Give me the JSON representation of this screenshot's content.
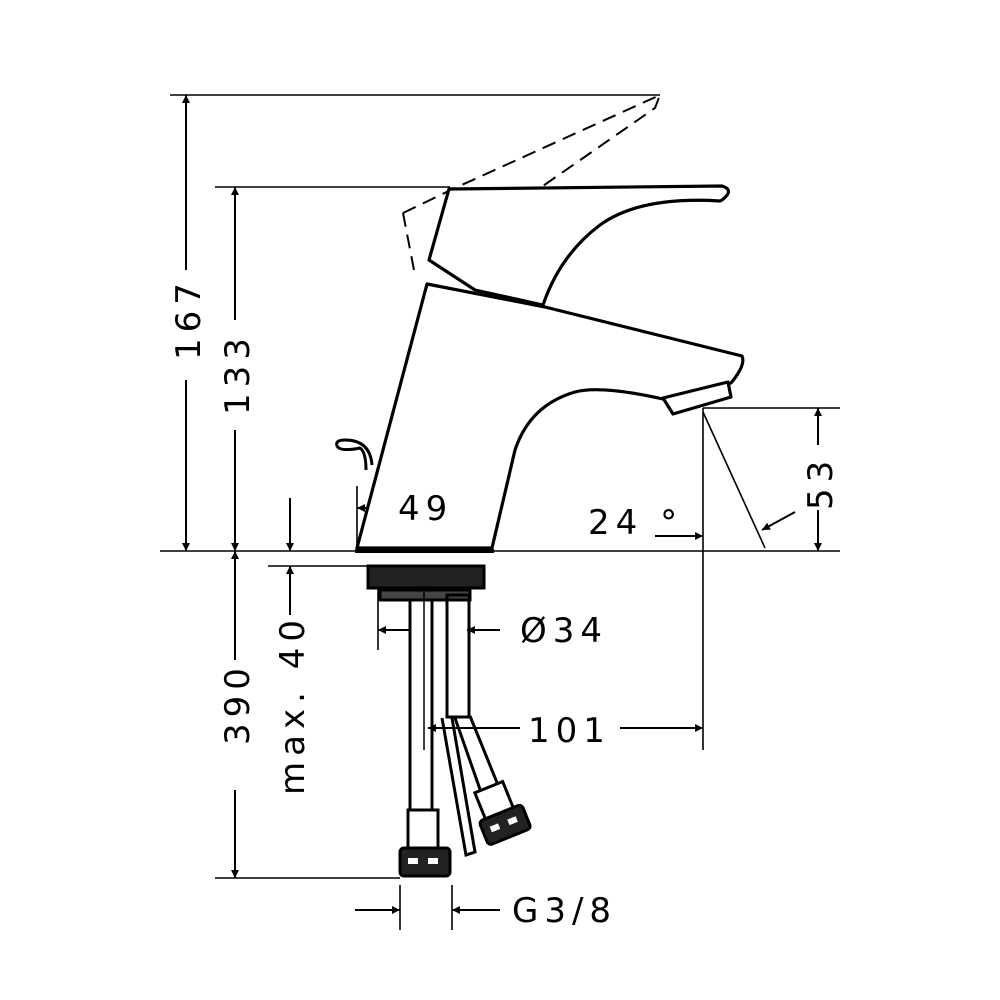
{
  "dimensions": {
    "total_height": "167",
    "lever_height": "133",
    "hose_length": "390",
    "max_counter_thickness": "max. 40",
    "base_width": "49",
    "spout_angle": "24 °",
    "spout_height": "53",
    "shank_diameter": "Ø34",
    "projection": "101",
    "thread": "G3/8"
  },
  "colors": {
    "line": "#000000",
    "background": "#ffffff"
  }
}
